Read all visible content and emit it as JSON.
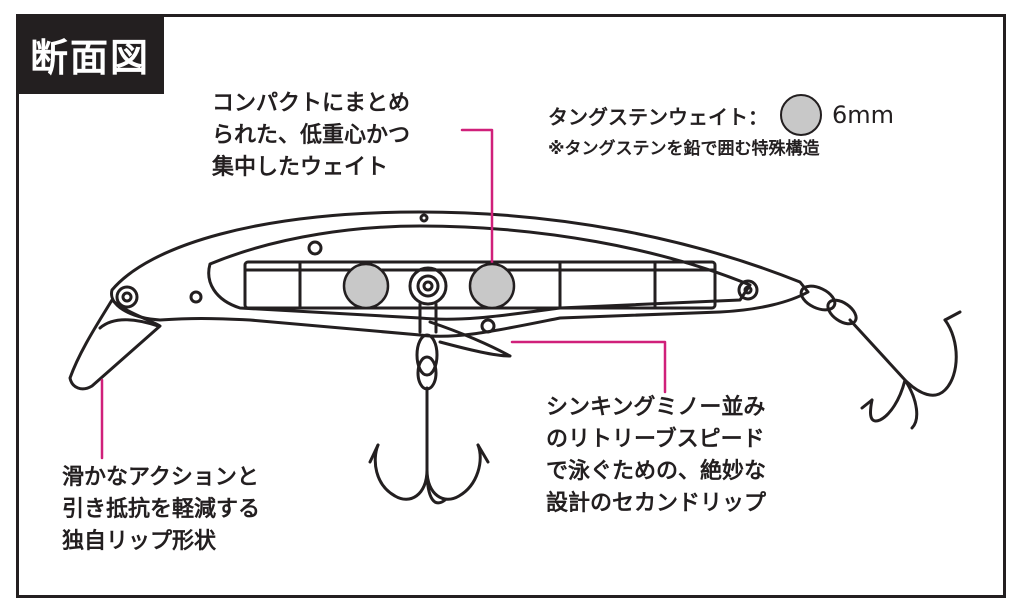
{
  "title": "断面図",
  "callouts": {
    "weight": "コンパクトにまとめ\nられた、低重心かつ\n集中したウェイト",
    "lip": "滑かなアクションと\n引き抵抗を軽減する\n独自リップ形状",
    "second_lip": "シンキングミノー並み\nのリトリーブスピード\nで泳ぐための、絶妙な\n設計のセカンドリップ"
  },
  "tungsten": {
    "label": "タングステンウェイト：",
    "size": "6mm",
    "note": "※タングステンを鉛で囲む特殊構造"
  },
  "colors": {
    "ink": "#231f20",
    "leader": "#d0207a",
    "weight_ball": "#c8c8c8"
  }
}
